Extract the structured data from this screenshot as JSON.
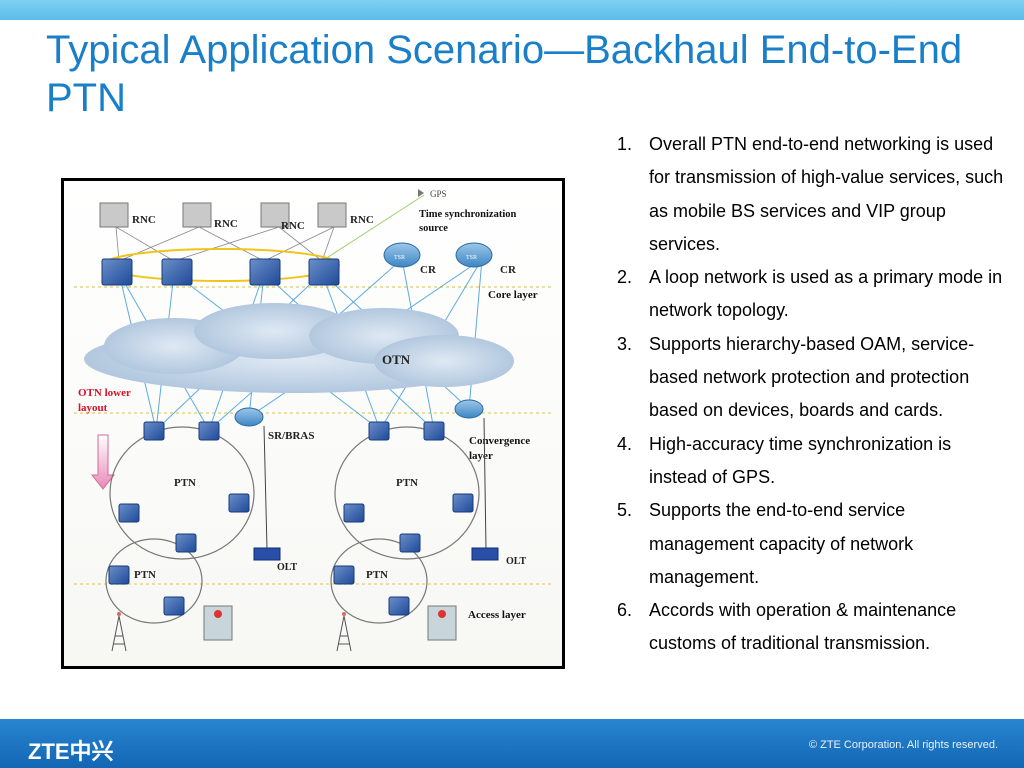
{
  "slide": {
    "title": "Typical Application Scenario—Backhaul End-to-End PTN"
  },
  "diagram": {
    "rnc_label": "RNC",
    "gps_label": "GPS",
    "time_source_label": "Time synchronization source",
    "cr_label": "CR",
    "tsr_label": "TSR",
    "core_layer_label": "Core layer",
    "otn_label": "OTN",
    "otn_lower_layout_label": "OTN lower layout",
    "sr_bras_label": "SR/BRAS",
    "convergence_layer_label": "Convergence layer",
    "ptn_label": "PTN",
    "olt_label": "OLT",
    "access_layer_label": "Access layer"
  },
  "points": [
    {
      "num": "1.",
      "text": "Overall PTN end-to-end networking is used for transmission of high-value services, such as mobile BS services and VIP group services."
    },
    {
      "num": "2.",
      "text": "A loop network is used as a primary mode in network topology."
    },
    {
      "num": "3.",
      "text": "Supports hierarchy-based OAM, service-based network protection and protection based on devices, boards and cards."
    },
    {
      "num": "4.",
      "text": "High-accuracy time synchronization is instead of GPS."
    },
    {
      "num": "5.",
      "text": "Supports the end-to-end service management capacity of  network management."
    },
    {
      "num": "6.",
      "text": "Accords with operation & maintenance customs of traditional transmission."
    }
  ],
  "footer": {
    "logo": "ZTE中兴",
    "copyright": "© ZTE Corporation. All rights reserved."
  },
  "colors": {
    "title": "#1a7fc9",
    "footer": "#1a6fbf",
    "top_bar": "#6cc6ee"
  }
}
